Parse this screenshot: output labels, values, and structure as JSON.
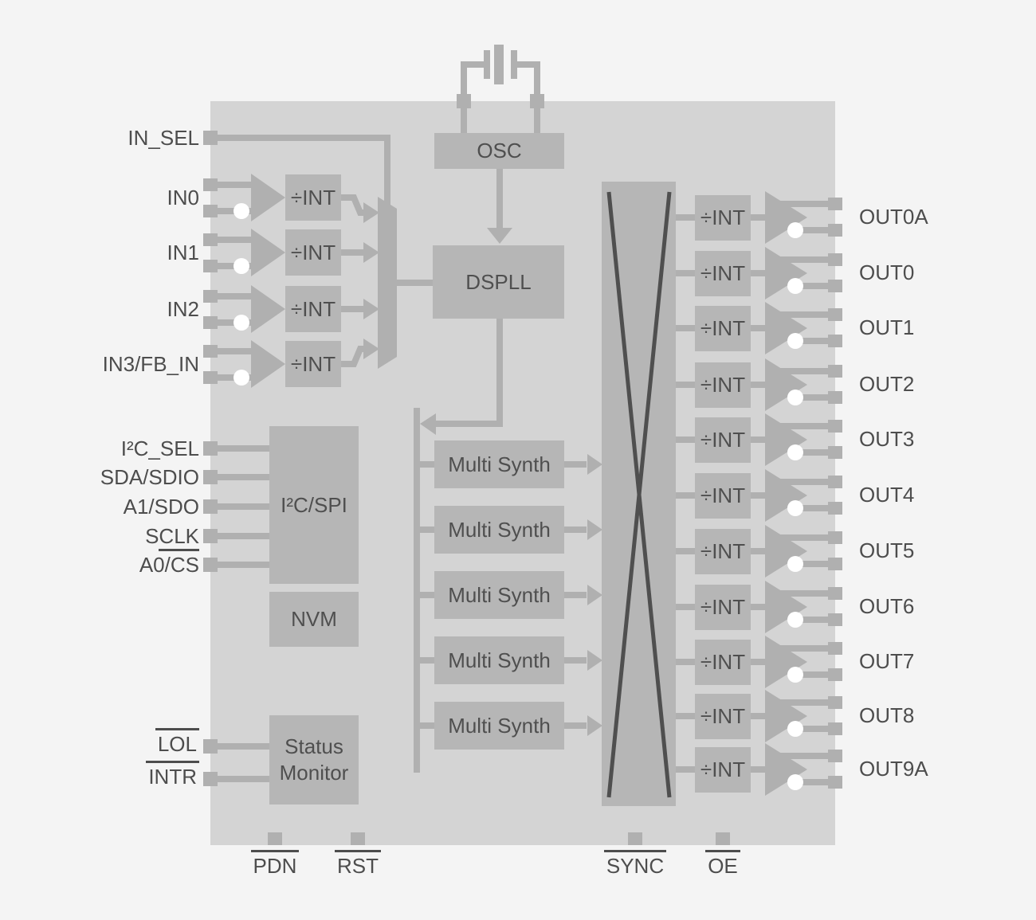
{
  "title": "clock-generator-block-diagram",
  "colors": {
    "background": "#f4f4f4",
    "chip_body": "#d4d4d4",
    "block_fill": "#b6b6b6",
    "wire": "#b0b0b0",
    "text": "#4d4d4d",
    "crossbar_line": "#4f4f4f",
    "inversion_bubble": "#ffffff"
  },
  "blocks": {
    "osc": "OSC",
    "dspll": "DSPLL",
    "i2c_spi": "I²C/SPI",
    "nvm": "NVM",
    "status_monitor": "Status Monitor",
    "multi_synth": "Multi Synth",
    "divider": "÷INT"
  },
  "pins": {
    "in_sel": "IN_SEL",
    "clock_inputs": [
      {
        "label": "IN0"
      },
      {
        "label": "IN1"
      },
      {
        "label": "IN2"
      },
      {
        "label": "IN3/FB_IN"
      }
    ],
    "serial_pins": [
      {
        "label": "I²C_SEL"
      },
      {
        "label": "SDA/SDIO"
      },
      {
        "label": "A1/SDO"
      },
      {
        "label": "SCLK",
        "pre": "S",
        "underlined": "CLK"
      },
      {
        "label": "A0/CS"
      }
    ],
    "status_pins": [
      {
        "label": "LOL",
        "overline": true
      },
      {
        "label": "INTR",
        "overline": true
      }
    ],
    "bottom_pins": [
      {
        "label": "PDN",
        "overline": true
      },
      {
        "label": "RST",
        "overline": true
      },
      {
        "label": "SYNC",
        "overline": true
      },
      {
        "label": "OE",
        "overline": true
      }
    ],
    "outputs": [
      {
        "label": "OUT0A"
      },
      {
        "label": "OUT0"
      },
      {
        "label": "OUT1"
      },
      {
        "label": "OUT2"
      },
      {
        "label": "OUT3"
      },
      {
        "label": "OUT4"
      },
      {
        "label": "OUT5"
      },
      {
        "label": "OUT6"
      },
      {
        "label": "OUT7"
      },
      {
        "label": "OUT8"
      },
      {
        "label": "OUT9A"
      }
    ]
  }
}
